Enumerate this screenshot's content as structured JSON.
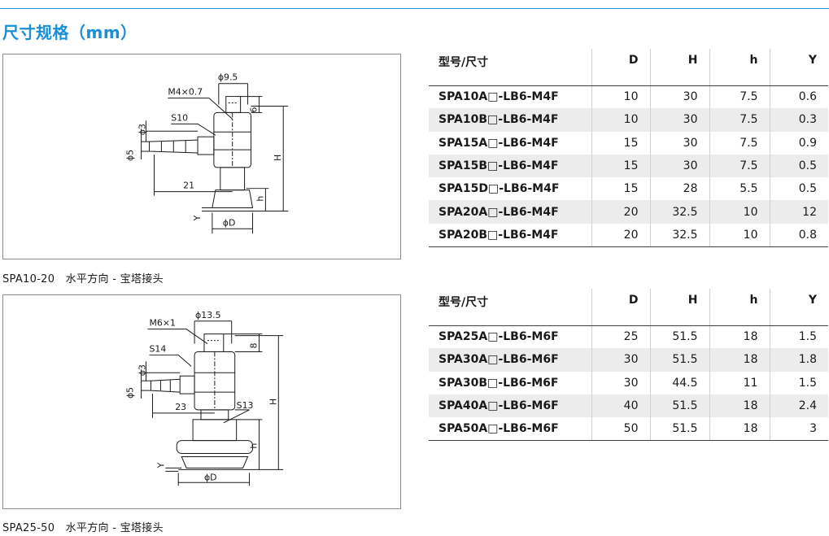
{
  "section_title": "尺寸规格（mm）",
  "captions": {
    "first": "SPA10-20　水平方向 - 宝塔接头",
    "second": "SPA25-50　水平方向 - 宝塔接头"
  },
  "drawing1": {
    "phi_top": "ϕ9.5",
    "thread": "M4×0.7",
    "hex": "S10",
    "phi3": "ϕ3",
    "phi5": "ϕ5",
    "six": "6",
    "H": "H",
    "h": "h",
    "twentyone": "21",
    "Y": "Y",
    "phiD": "ϕD"
  },
  "drawing2": {
    "phi_top": "ϕ13.5",
    "thread": "M6×1",
    "hex": "S14",
    "phi3": "ϕ3",
    "phi5": "ϕ5",
    "eight": "8",
    "H": "H",
    "h": "h",
    "twentythree": "23",
    "s13": "S13",
    "Y": "Y",
    "phiD": "ϕD"
  },
  "table1": {
    "headers": [
      "型号/尺寸",
      "D",
      "H",
      "h",
      "Y"
    ],
    "rows": [
      [
        "SPA10A□-LB6-M4F",
        "10",
        "30",
        "7.5",
        "0.6"
      ],
      [
        "SPA10B□-LB6-M4F",
        "10",
        "30",
        "7.5",
        "0.3"
      ],
      [
        "SPA15A□-LB6-M4F",
        "15",
        "30",
        "7.5",
        "0.9"
      ],
      [
        "SPA15B□-LB6-M4F",
        "15",
        "30",
        "7.5",
        "0.5"
      ],
      [
        "SPA15D□-LB6-M4F",
        "15",
        "28",
        "5.5",
        "0.5"
      ],
      [
        "SPA20A□-LB6-M4F",
        "20",
        "32.5",
        "10",
        "12"
      ],
      [
        "SPA20B□-LB6-M4F",
        "20",
        "32.5",
        "10",
        "0.8"
      ]
    ]
  },
  "table2": {
    "headers": [
      "型号/尺寸",
      "D",
      "H",
      "h",
      "Y"
    ],
    "rows": [
      [
        "SPA25A□-LB6-M6F",
        "25",
        "51.5",
        "18",
        "1.5"
      ],
      [
        "SPA30A□-LB6-M6F",
        "30",
        "51.5",
        "18",
        "1.8"
      ],
      [
        "SPA30B□-LB6-M6F",
        "30",
        "44.5",
        "11",
        "1.5"
      ],
      [
        "SPA40A□-LB6-M6F",
        "40",
        "51.5",
        "18",
        "2.4"
      ],
      [
        "SPA50A□-LB6-M6F",
        "50",
        "51.5",
        "18",
        "3"
      ]
    ]
  },
  "colors": {
    "accent": "#1a8fd6",
    "rule": "#1a9fdc",
    "stripe": "#ececec"
  }
}
